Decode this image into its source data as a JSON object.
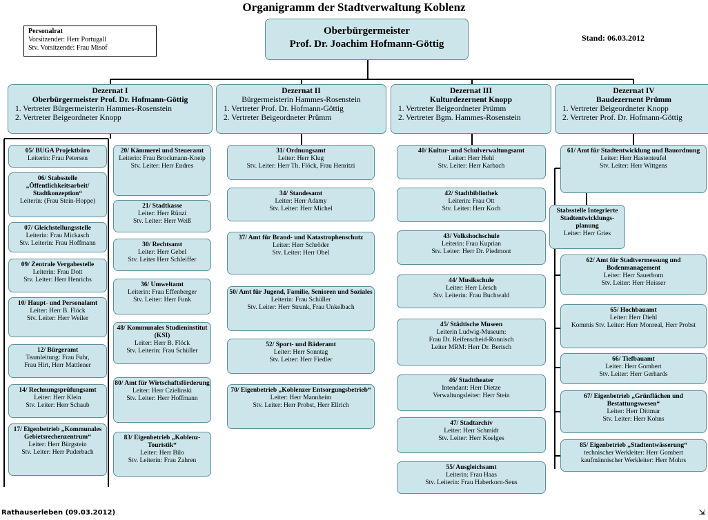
{
  "title": "Organigramm der Stadtverwaltung Koblenz",
  "personalrat": {
    "heading": "Personalrat",
    "line1": "Vorsitzender: Herr Portugall",
    "line2": "Stv. Vorsitzende: Frau Misof"
  },
  "stand": "Stand: 06.03.2012",
  "ob": {
    "line1": "Oberbürgermeister",
    "line2": "Prof. Dr. Joachim Hofmann-Göttig"
  },
  "dezernat1": {
    "title": "Dezernat I",
    "head": "Oberbürgermeister Prof. Dr. Hofmann-Göttig",
    "v1": "1. Vertreter Bürgermeisterin  Hammes-Rosenstein",
    "v2": "2. Vertreter Beigeordneter Knopp"
  },
  "dezernat2": {
    "title": "Dezernat II",
    "head": "Bürgermeisterin Hammes-Rosenstein",
    "v1": "1. Vertreter Prof. Dr. Hofmann-Göttig",
    "v2": "2. Vertreter Beigeordneter Prümm"
  },
  "dezernat3": {
    "title": "Dezernat III",
    "head": "Kulturdezernent Knopp",
    "v1": "1. Vertreter Beigeordneter Prümm",
    "v2": "2. Vertreter Bgm. Hammes-Rosenstein"
  },
  "dezernat4": {
    "title": "Dezernat IV",
    "head": "Baudezernent Prümm",
    "v1": "1. Vertreter Beigeordneter Knopp",
    "v2": "2. Vertreter Prof. Dr. Hofmann-Göttig"
  },
  "d1a": [
    {
      "t": "05/ BUGA Projektbüro",
      "l": [
        "Leiterin: Frau Petersen"
      ]
    },
    {
      "t": "06/ Stabsstelle „Öffentlichkeitsarbeit/ Stadtkonzeption“",
      "l": [
        "Leiterin: (Frau Stein-Hoppe)"
      ]
    },
    {
      "t": "07/ Gleichstellungsstelle",
      "l": [
        "Leiterin: Frau Mickasch",
        "Stv. Leiterin: Frau Hoffmann"
      ]
    },
    {
      "t": "09/ Zentrale Vergabestelle",
      "l": [
        "Leiterin: Frau Dott",
        "Stv. Leiter: Herr Henrichs"
      ]
    },
    {
      "t": "10/ Haupt- und Personalamt",
      "l": [
        "Leiter: Herr B. Flöck",
        "Stv. Leiter: Herr Weiler"
      ]
    },
    {
      "t": "12/ Bürgeramt",
      "l": [
        "Teamleitung: Frau Fuhr,",
        "Frau Hirt, Herr Mattlener"
      ]
    },
    {
      "t": "14/ Rechnungsprüfungsamt",
      "l": [
        "Leiter: Herr Klein",
        "Stv. Leiter: Herr Schaub"
      ]
    },
    {
      "t": "17/ Eigenbetrieb „Kommunales Gebietsrechenzentrum“",
      "l": [
        "Leiter: Herr Bürgstein",
        "Stv. Leiter: Herr Puderbach"
      ]
    }
  ],
  "d1b": [
    {
      "t": "20/ Kämmerei und Steueramt",
      "l": [
        "Leiterin: Frau Brockmann-Kneip",
        "Stv. Leiter: Herr Endres"
      ]
    },
    {
      "t": "21/ Stadtkasse",
      "l": [
        "Leiter: Herr Rünzi",
        "Stv. Leiter: Herr Weiß"
      ]
    },
    {
      "t": "30/ Rechtsamt",
      "l": [
        "Leiter: Herr Gebel",
        "Stv. Leiter Herr Schleiffer"
      ]
    },
    {
      "t": "36/ Umweltamt",
      "l": [
        "Leiterin: Frau Effenberger",
        "Stv. Leiter: Herr Funk"
      ]
    },
    {
      "t": "48/ Kommunales Studieninstitut (KSI)",
      "l": [
        "Leiter: Herr B. Flöck",
        "Stv. Leiterin: Frau Schüller"
      ]
    },
    {
      "t": "80/ Amt für Wirtschaftsförderung",
      "l": [
        "Leiter: Herr Czielinski",
        "Stv. Leiter: Herr Hoffmann"
      ]
    },
    {
      "t": "83/ Eigenbetrieb „Koblenz-Touristik“",
      "l": [
        "Leiter: Herr Bilo",
        "Stv. Leiterin: Frau Zahren"
      ]
    }
  ],
  "d2": [
    {
      "t": "31/ Ordnungsamt",
      "l": [
        "Leiter: Herr Klug",
        "Stv. Leiter: Herr Th. Flöck, Frau Henritzi"
      ]
    },
    {
      "t": "34/ Standesamt",
      "l": [
        "Leiter: Herr Adamy",
        "Stv. Leiter: Herr Michel"
      ]
    },
    {
      "t": "37/ Amt für Brand- und Katastrophenschutz",
      "l": [
        "Leiter: Herr Schröder",
        "Stv. Leiter: Herr Obel"
      ]
    },
    {
      "t": "50/ Amt für Jugend, Familie, Senioren und Soziales",
      "l": [
        "Leiterin: Frau Schüller",
        "Stv. Leiter: Herr Strunk, Frau Unkelbach"
      ]
    },
    {
      "t": "52/ Sport- und Bäderamt",
      "l": [
        "Leiter: Herr Sonntag",
        "Stv. Leiter: Herr Fiedler"
      ]
    },
    {
      "t": "70/ Eigenbetrieb „Koblenzer Entsorgungsbetrieb“",
      "l": [
        "Leiter: Herr Mannheim",
        "Stv. Leiter: Herr Probst, Herr Ellrich"
      ]
    }
  ],
  "d3": [
    {
      "t": "40/ Kultur- und Schulverwaltungsamt",
      "l": [
        "Leiter: Herr Hehl",
        "Stv. Leiter: Herr Karbach"
      ]
    },
    {
      "t": "42/ Stadtbibliothek",
      "l": [
        "Leiterin: Frau Ott",
        "Stv. Leiter: Herr Koch"
      ]
    },
    {
      "t": "43/ Volkshochschule",
      "l": [
        "Leiterin: Frau Kuprian",
        "Stv. Leiter: Herr Dr. Piedmont"
      ]
    },
    {
      "t": "44/ Musikschule",
      "l": [
        "Leiter: Herr Lörsch",
        "Stv. Leiterin: Frau Buchwald"
      ]
    },
    {
      "t": "45/ Städtische Museen",
      "l": [
        "Leiterin  Ludwig-Museum:",
        "Frau Dr. Reifenscheid-Ronnisch",
        "Leiter MRM: Herr Dr. Bertsch"
      ]
    },
    {
      "t": "46/ Stadttheater",
      "l": [
        "Intendant: Herr Dietze",
        "Verwaltungsleiter: Herr Stein"
      ]
    },
    {
      "t": "47/ Stadtarchiv",
      "l": [
        "Leiter: Herr Schmidt",
        "Stv. Leiter: Herr Koelges"
      ]
    },
    {
      "t": "55/ Ausgleichsamt",
      "l": [
        "Leiterin: Frau Haas",
        "Stv. Leiterin: Frau Haberkorn-Seus"
      ]
    }
  ],
  "d4": [
    {
      "t": "61/ Amt für Stadtentwicklung und Bauordnung",
      "l": [
        "Leiter: Herr Hastenteufel",
        "Stv. Leiter: Herr Wittgens"
      ]
    },
    {
      "t": "62/ Amt für Stadtvermessung und Bodenmanagement",
      "l": [
        "Leiter: Herr Sauerborn",
        "Stv. Leiter: Herr Heisser"
      ]
    },
    {
      "t": "65/ Hochbauamt",
      "l": [
        "Leiter: Herr Diehl",
        "Kommis Stv. Leiter: Herr Monreal, Herr Probst"
      ]
    },
    {
      "t": "66/ Tiefbauamt",
      "l": [
        "Leiter: Herr Gombert",
        "Stv. Leiter: Herr Gerhards"
      ]
    },
    {
      "t": "67/ Eigenbetrieb „Grünflächen und Bestattungswesen“",
      "l": [
        "Leiter: Herr Dittmar",
        "Stv. Leiter: Herr Kohns"
      ]
    },
    {
      "t": "85/ Eigenbetrieb „Stadtentwässerung“",
      "l": [
        "technischer Werkleiter: Herr Gombert",
        "kaufmännischer Werkleiter: Herr Mohrs"
      ]
    }
  ],
  "stab61": {
    "t": "Stabsstelle Integrierte Stadtentwicklungs-planung",
    "l": [
      "Leiter: Herr Gries"
    ]
  },
  "footer": "Rathauserleben (09.03.2012)"
}
